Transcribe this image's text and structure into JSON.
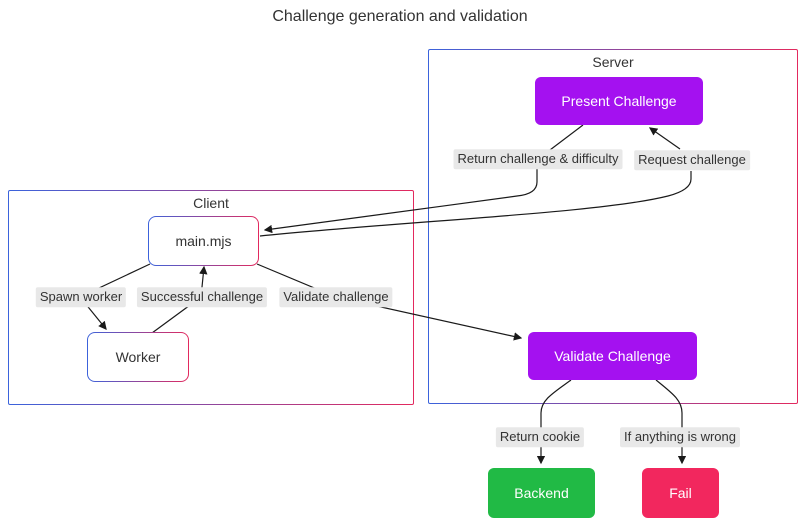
{
  "title": "Challenge generation and validation",
  "colors": {
    "purple": "#A411F0",
    "green": "#21BA45",
    "red": "#F2275E",
    "border-blue": "#3B63DC",
    "border-red": "#E3295E",
    "label-bg": "#E8E8E8",
    "edge": "#1A1A1A",
    "text": "#333333",
    "node-text": "#FFFFFF"
  },
  "groups": {
    "server": {
      "label": "Server"
    },
    "client": {
      "label": "Client"
    }
  },
  "nodes": {
    "present_challenge": {
      "label": "Present Challenge"
    },
    "validate_challenge": {
      "label": "Validate Challenge"
    },
    "main_mjs": {
      "label": "main.mjs"
    },
    "worker": {
      "label": "Worker"
    },
    "backend": {
      "label": "Backend"
    },
    "fail": {
      "label": "Fail"
    }
  },
  "edge_labels": {
    "return_challenge": "Return challenge & difficulty",
    "request_challenge": "Request challenge",
    "spawn_worker": "Spawn worker",
    "successful_challenge": "Successful challenge",
    "validate_challenge": "Validate challenge",
    "return_cookie": "Return cookie",
    "if_anything_wrong": "If anything is wrong"
  }
}
